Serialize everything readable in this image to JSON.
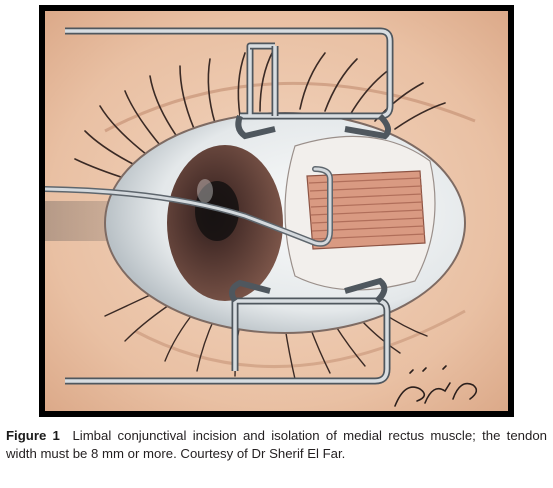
{
  "figure": {
    "label": "Figure 1",
    "caption": "Limbal conjunctival incision and isolation of medial rectus muscle; the tendon width must be 8 mm or more. Courtesy of Dr Sherif El Far.",
    "signature_text": "شريف الفار"
  },
  "colors": {
    "skin": "#f0cdb3",
    "sclera": "#eef1f2",
    "iris": "#5b3a34",
    "muscle": "#c98a74",
    "instrument": "#b8bec4",
    "frame": "#000000",
    "caption_text": "#231f20"
  }
}
